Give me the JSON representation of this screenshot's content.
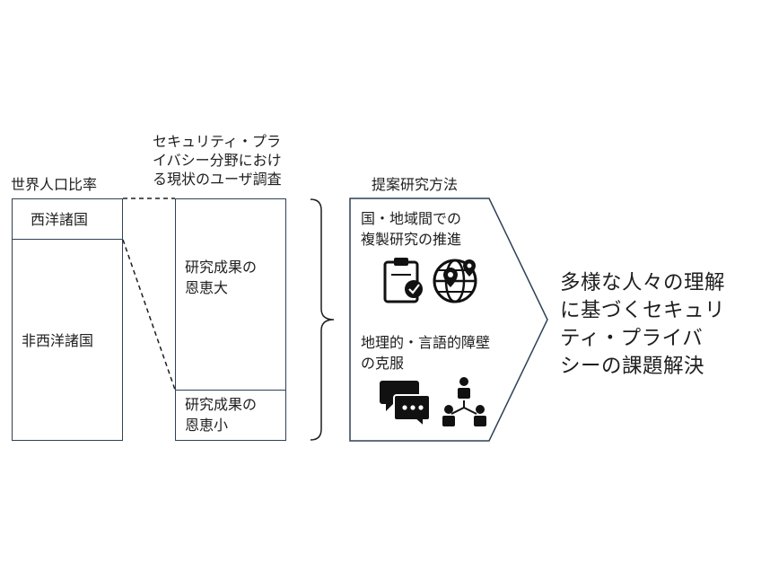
{
  "world_ratio": {
    "title": "世界人口比率",
    "western": "西洋諸国",
    "non_western": "非西洋諸国"
  },
  "current_state": {
    "title_lines": [
      "セキュリティ・プラ",
      "イバシー分野におけ",
      "る現状のユーザ調査"
    ],
    "large_benefit_lines": [
      "研究成果の",
      "恩恵大"
    ],
    "small_benefit_lines": [
      "研究成果の",
      "恩恵小"
    ]
  },
  "proposal": {
    "title": "提案研究方法",
    "item1_lines": [
      "国・地域間での",
      "複製研究の推進"
    ],
    "item2_lines": [
      "地理的・言語的障壁",
      "の克服"
    ],
    "icons": [
      "clipboard-check-icon",
      "globe-pin-icon",
      "chat-bubbles-icon",
      "people-network-icon"
    ]
  },
  "conclusion_lines": [
    "多様な人々の理解",
    "に基づくセキュリ",
    "ティ・プライバ",
    "シーの課題解決"
  ],
  "colors": {
    "box_border": "#2f4157",
    "text": "#1e1e1e"
  }
}
